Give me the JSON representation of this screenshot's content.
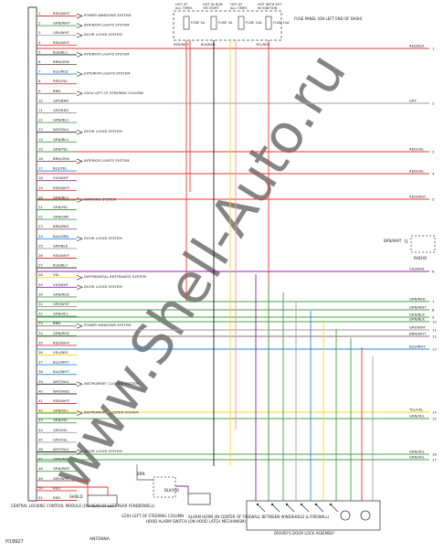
{
  "fuse_panel": {
    "columns": [
      {
        "top": "HOT AT ALL TIMES",
        "fuse": "FUSE 5A",
        "wire": "RED/WHT"
      },
      {
        "top": "HOT IN RUN OR START",
        "fuse": "FUSE 3A",
        "wire": "BLK/RED"
      },
      {
        "top": "HOT AT ALL TIMES",
        "fuse": "FUSE 10A",
        "wire": ""
      },
      {
        "top": "HOT WITH KEY IN IGNITION",
        "fuse": "FUSE 10A",
        "wire": "YEL/RED"
      }
    ],
    "label": "FUSE PANEL (ON LEFT END OF DASH)"
  },
  "left_rows": [
    {
      "n": "1",
      "wire": "RED/WHT",
      "dest": "POWER WINDOWS SYSTEM"
    },
    {
      "n": "2",
      "wire": "GRN/WHT",
      "dest": "INTERIOR LIGHTS SYSTEM"
    },
    {
      "n": "3",
      "wire": "GRY/WHT",
      "dest": "DOOR LOCKS SYSTEM"
    },
    {
      "n": "4",
      "wire": "RED/WHT",
      "dest": ""
    },
    {
      "n": "5",
      "wire": "BLK/BLU",
      "dest": "INTERIOR LIGHTS SYSTEM"
    },
    {
      "n": "6",
      "wire": "BRN/GRN",
      "dest": ""
    },
    {
      "n": "7",
      "wire": "BLU/RED",
      "dest": "EXTERIOR LIGHTS SYSTEM"
    },
    {
      "n": "8",
      "wire": "RED/YEL",
      "dest": ""
    },
    {
      "n": "9",
      "wire": "BRN",
      "dest": "G204 LEFT OF STEERING COLUMN"
    },
    {
      "n": "10",
      "wire": "GRY/BRN",
      "dest": ""
    },
    {
      "n": "11",
      "wire": "GRY/RED",
      "dest": ""
    },
    {
      "n": "12",
      "wire": "GRN/BLU",
      "dest": ""
    },
    {
      "n": "13",
      "wire": "WHT/BLU",
      "dest": "DOOR LOCKS SYSTEM"
    },
    {
      "n": "14",
      "wire": "GRN/BLU",
      "dest": ""
    },
    {
      "n": "15",
      "wire": "GRN/YEL",
      "dest": ""
    },
    {
      "n": "16",
      "wire": "BRN/GRN",
      "dest": "INTERIOR LIGHTS SYSTEM"
    },
    {
      "n": "17",
      "wire": "BLU/YEL",
      "dest": ""
    },
    {
      "n": "18",
      "wire": "VIO/WHT",
      "dest": ""
    },
    {
      "n": "19",
      "wire": "RED/WHT",
      "dest": ""
    },
    {
      "n": "20",
      "wire": "GRN/BLU",
      "dest": "WARNING SYSTEM"
    },
    {
      "n": "21",
      "wire": "GRN/YEL",
      "dest": ""
    },
    {
      "n": "22",
      "wire": "GRN/GRY",
      "dest": ""
    },
    {
      "n": "23",
      "wire": "BRN/RED",
      "dest": ""
    },
    {
      "n": "24",
      "wire": "BLU/GRN",
      "dest": "DOOR LOCKS SYSTEM"
    },
    {
      "n": "25",
      "wire": "GRY/BLK",
      "dest": ""
    },
    {
      "n": "26",
      "wire": "RED/WHT",
      "dest": ""
    },
    {
      "n": "27",
      "wire": "BLK/BLU",
      "dest": ""
    },
    {
      "n": "28",
      "wire": "VEL",
      "dest": "DIFFERENTIAL RESTRAINTS SYSTEM"
    },
    {
      "n": "29",
      "wire": "VIO/WHT",
      "dest": "DOOR LOCKS SYSTEM"
    },
    {
      "n": "30",
      "wire": "GRN/RED",
      "dest": ""
    },
    {
      "n": "31",
      "wire": "GRY/WHT",
      "dest": ""
    },
    {
      "n": "32",
      "wire": "GRN/VEL",
      "dest": ""
    },
    {
      "n": "33",
      "wire": "BRN",
      "dest": "POWER WINDOWS SYSTEM"
    },
    {
      "n": "34",
      "wire": "GRN/RED",
      "dest": ""
    },
    {
      "n": "35",
      "wire": "RED/WHT",
      "dest": ""
    },
    {
      "n": "36",
      "wire": "VEL/RED",
      "dest": ""
    },
    {
      "n": "37",
      "wire": "BLU/WHT",
      "dest": ""
    },
    {
      "n": "38",
      "wire": "BLU/WHT",
      "dest": ""
    },
    {
      "n": "39",
      "wire": "WHT/BLU",
      "dest": "INSTRUMENT CLUSTER SYSTEM"
    },
    {
      "n": "40",
      "wire": "WHT/RED",
      "dest": ""
    },
    {
      "n": "41",
      "wire": "RED/WHT",
      "dest": ""
    },
    {
      "n": "42",
      "wire": "GRN/VEL",
      "dest": "INSTRUMENT CLUSTER SYSTEM"
    },
    {
      "n": "43",
      "wire": "GRN/YEL",
      "dest": ""
    },
    {
      "n": "44",
      "wire": "GRY/VEL",
      "dest": ""
    },
    {
      "n": "45",
      "wire": "GRY/VEL",
      "dest": ""
    },
    {
      "n": "46",
      "wire": "WHT/BLU",
      "dest": "DOOR LOCKS SYSTEM"
    },
    {
      "n": "47",
      "wire": "GRN/WHT",
      "dest": ""
    },
    {
      "n": "48",
      "wire": "GRN/WHT",
      "dest": ""
    },
    {
      "n": "49",
      "wire": "GRY/WHT",
      "dest": ""
    },
    {
      "n": "50",
      "wire": "RED",
      "dest": ""
    },
    {
      "n": "51",
      "wire": "RED",
      "dest": ""
    }
  ],
  "right_labels": [
    {
      "n": "1",
      "wire": "RED/BLK"
    },
    {
      "n": "2",
      "wire": "GRY"
    },
    {
      "n": "3",
      "wire": "RED/VEL"
    },
    {
      "n": "4",
      "wire": "RED/VEL"
    },
    {
      "n": "5",
      "wire": "RED/WHT"
    },
    {
      "n": "6",
      "wire": "VIO/WHT"
    },
    {
      "n": "7",
      "wire": "GRN/RED"
    },
    {
      "n": "8",
      "wire": "GRN/WHT"
    },
    {
      "n": "9",
      "wire": "GRN/BLK"
    },
    {
      "n": "10",
      "wire": "GRN/BLK"
    },
    {
      "n": "11",
      "wire": "GRY/WHT"
    },
    {
      "n": "12",
      "wire": "BRN/WHT"
    },
    {
      "n": "13",
      "wire": "BLU/WHT"
    },
    {
      "n": "14",
      "wire": "YEL/VEL"
    },
    {
      "n": "15",
      "wire": "GRN/VEL"
    },
    {
      "n": "16",
      "wire": "GRN/VEL"
    },
    {
      "n": "17",
      "wire": "GRN/VEL"
    }
  ],
  "radio": {
    "wire": "BRN/WHT",
    "label": "RADIO",
    "n": "T1"
  },
  "bottom": {
    "cc_module": "CENTRAL LOCKING CONTROL MODULE (ON REAR OF LEFT REAR FENDERWELL)",
    "antenna": "ANTENNA",
    "g204": "G204 LEFT OF STEERING COLUMN",
    "hood_alarm": "HOOD ALARM SWITCH (ON HOOD LATCH MECHANISM)",
    "alarm_horn": "ALARM HORN (IN CENTER OF FIREWALL BETWEEN WINDSHIELD & FIREWALL)",
    "door_assembly": "DRIVER'S DOOR LOCK ASSEMBLY",
    "figure_id": "H19927",
    "shield": "SHIELD",
    "brn": "BRN",
    "blk_vio": "BLK/VIO"
  },
  "colors": {
    "red": "#e53935",
    "green": "#43a047",
    "yellow": "#f9d71c",
    "blue": "#1e88e5",
    "violet": "#8e24aa",
    "brown": "#8d6e63",
    "grey": "#9e9e9e",
    "black": "#222222",
    "pink": "#f48fb1",
    "watermark": "#f4c2c2"
  }
}
